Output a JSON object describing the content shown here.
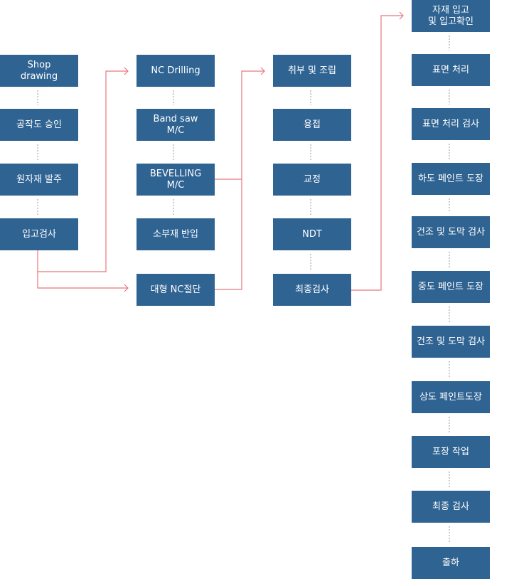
{
  "colors": {
    "box_fill": "#2f6392",
    "box_text": "#ffffff",
    "arrow": "#e8777d",
    "dotted": "#999999"
  },
  "columns": {
    "design_procurement": [
      "Shop\ndrawing",
      "공작도 승인",
      "원자재 발주",
      "입고검사"
    ],
    "cutting": [
      "NC Drilling",
      "Band saw\nM/C",
      "BEVELLING\nM/C",
      "소부재 반입",
      "대형 NC절단"
    ],
    "assembly": [
      "취부 및 조립",
      "용접",
      "교정",
      "NDT",
      "최종검사"
    ],
    "finishing": [
      "자재 입고\n및 입고확인",
      "표면 처리",
      "표면 처리 검사",
      "하도 페인트 도장",
      "건조 및 도막 검사",
      "중도 페인트 도장",
      "건조 및 도막 검사",
      "상도 페인트도장",
      "포장 작업",
      "최종 검사",
      "출하"
    ]
  }
}
